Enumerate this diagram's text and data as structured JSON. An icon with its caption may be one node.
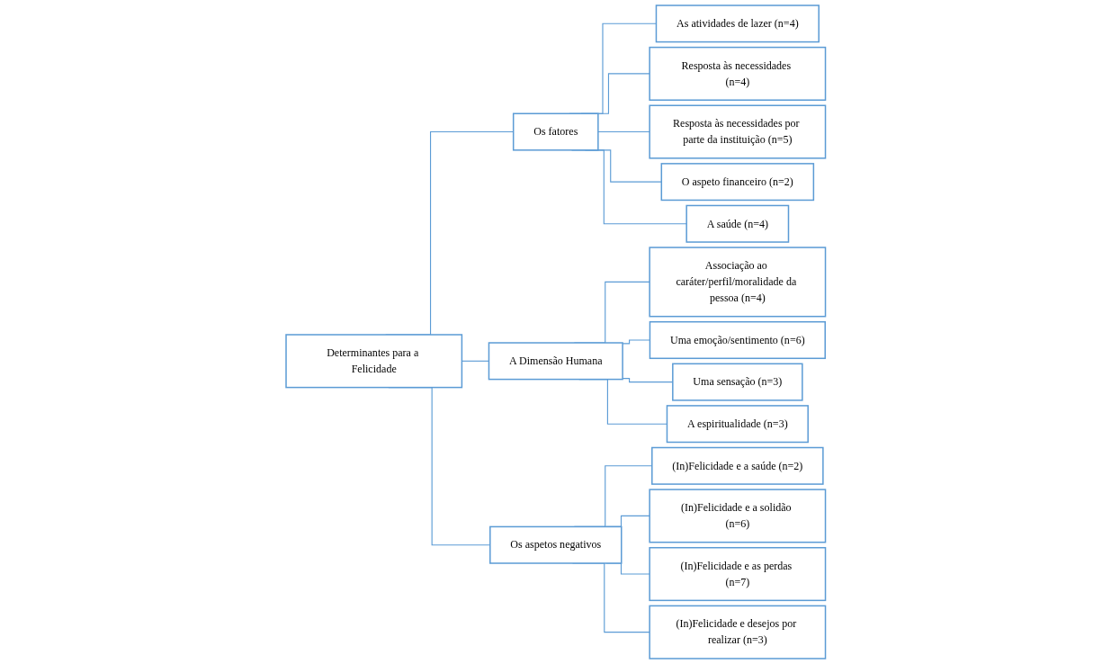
{
  "diagram": {
    "nodes": [
      {
        "text": [
          "Determinantes para a Felicidade"
        ]
      },
      {
        "text": [
          "Os fatores"
        ]
      },
      {
        "text": [
          "As atividades de lazer (n=4)"
        ]
      },
      {
        "text": [
          "Resposta às necessidades (n=4)"
        ]
      },
      {
        "text": [
          "Resposta às necessidades por parte da instituição (n=5)"
        ]
      },
      {
        "text": [
          "O aspeto financeiro (n=2)"
        ]
      },
      {
        "text": [
          "A saúde (n=4)"
        ]
      },
      {
        "text": [
          "A Dimensão Humana"
        ]
      },
      {
        "text": [
          "Associação ao caráter/perfil/moralidade da pessoa (n=4)"
        ]
      },
      {
        "text": [
          "Uma emoção/sentimento (n=6)"
        ]
      },
      {
        "text": [
          "Uma sensação (n=3)"
        ]
      },
      {
        "text": [
          "A espiritualidade (n=3)"
        ]
      },
      {
        "text": [
          "Os aspetos negativos"
        ]
      },
      {
        "text": [
          "(In)Felicidade e a saúde (n=2)"
        ]
      },
      {
        "text": [
          "(In)Felicidade e a solidão (n=6)"
        ]
      },
      {
        "text": [
          "(In)Felicidade e as perdas (n=7)"
        ]
      },
      {
        "text": [
          "(In)Felicidade e desejos por realizar (n=3)"
        ]
      }
    ],
    "edges": [
      {
        "from": 0,
        "to": 1,
        "arrow": "none"
      },
      {
        "from": 1,
        "to": 2,
        "arrow": "none"
      },
      {
        "from": 1,
        "to": 3,
        "arrow": "none"
      },
      {
        "from": 1,
        "to": 4,
        "arrow": "none"
      },
      {
        "from": 1,
        "to": 5,
        "arrow": "none"
      },
      {
        "from": 1,
        "to": 6,
        "arrow": "none"
      },
      {
        "from": 0,
        "to": 7,
        "arrow": "none"
      },
      {
        "from": 7,
        "to": 8,
        "arrow": "none"
      },
      {
        "from": 7,
        "to": 9,
        "arrow": "none"
      },
      {
        "from": 7,
        "to": 10,
        "arrow": "none"
      },
      {
        "from": 7,
        "to": 11,
        "arrow": "none"
      },
      {
        "from": 0,
        "to": 12,
        "arrow": "none"
      },
      {
        "from": 12,
        "to": 13,
        "arrow": "none"
      },
      {
        "from": 12,
        "to": 14,
        "arrow": "none"
      },
      {
        "from": 12,
        "to": 15,
        "arrow": "none"
      },
      {
        "from": 12,
        "to": 16,
        "arrow": "none"
      }
    ]
  }
}
